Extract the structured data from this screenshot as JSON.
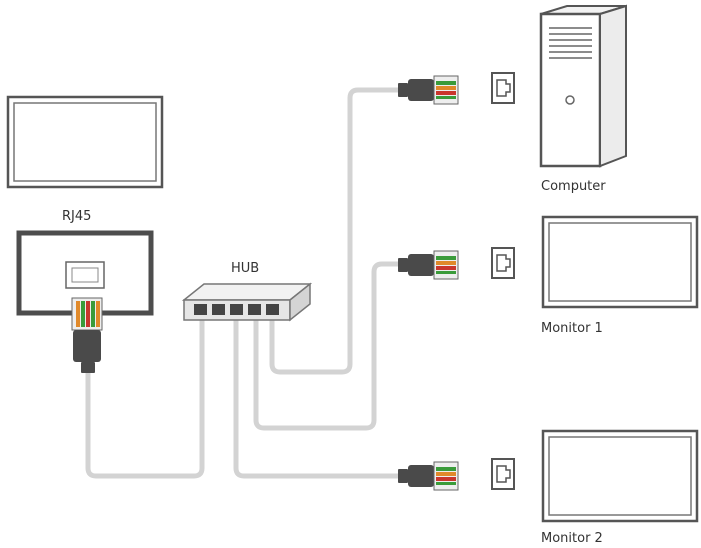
{
  "labels": {
    "rj45": "RJ45",
    "hub": "HUB",
    "computer": "Computer",
    "monitor1": "Monitor 1",
    "monitor2": "Monitor 2"
  },
  "colors": {
    "cable": "#d3d3d3",
    "frame": "#555555",
    "hub": "#e6e6e6",
    "plug": "#4a4a4a",
    "wire_green": "#3a9b3a",
    "wire_orange": "#e0892a",
    "wire_red": "#c9362d"
  }
}
